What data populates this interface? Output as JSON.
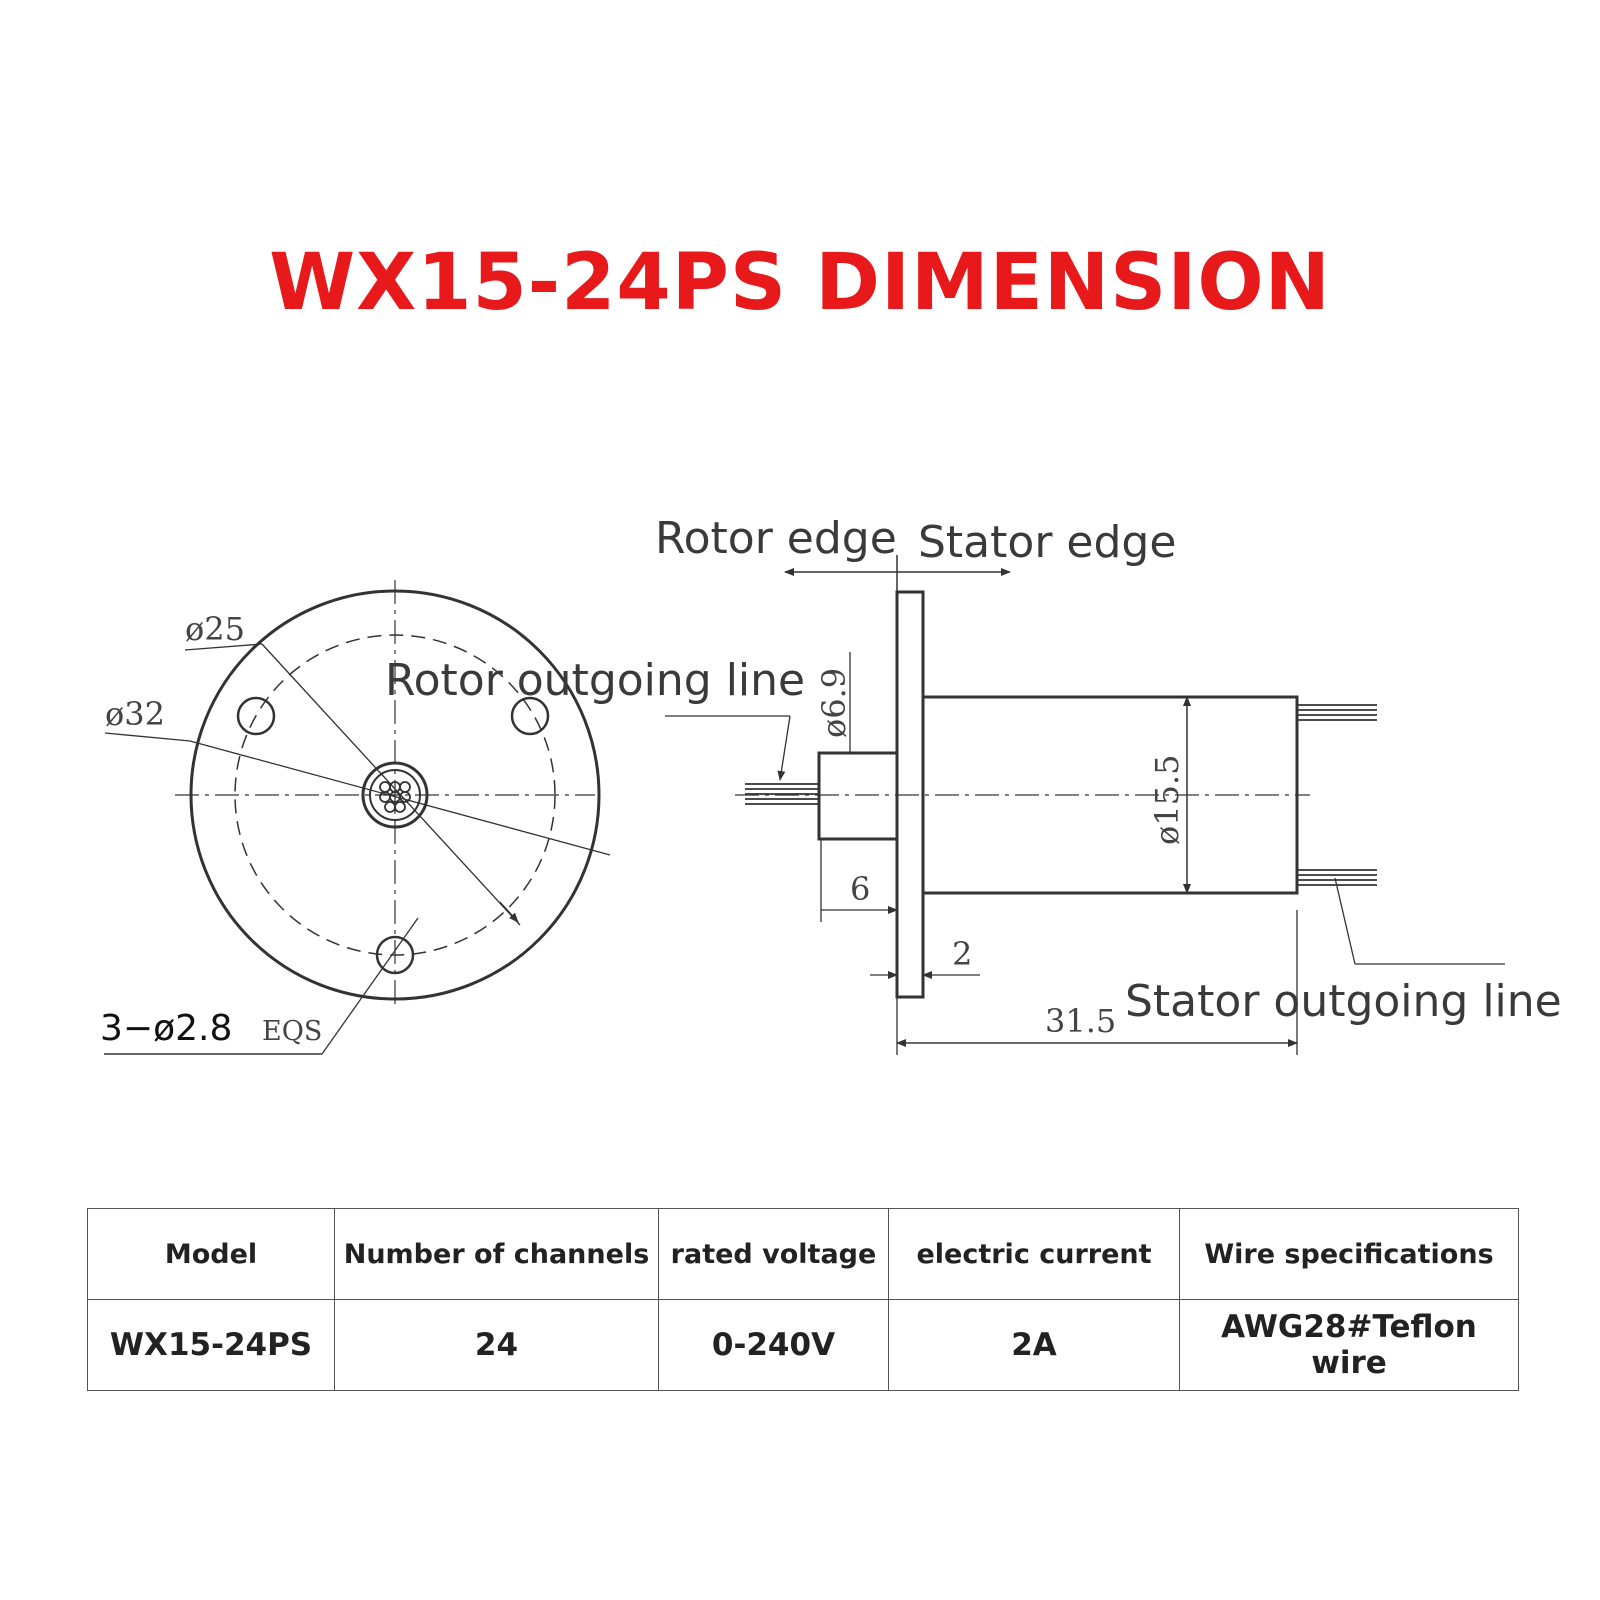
{
  "title": "WX15-24PS DIMENSION",
  "colors": {
    "title": "#e8191b",
    "lines": "#333333"
  },
  "drawing": {
    "labels": {
      "rotor_edge": "Rotor edge",
      "stator_edge": "Stator edge",
      "rotor_outgoing_line": "Rotor outgoing line",
      "stator_outgoing_line": "Stator outgoing line"
    },
    "dimensions": {
      "d25": "ø25",
      "d32": "ø32",
      "holes": "3−ø2.8",
      "holes_suffix": "EQS",
      "d6_9": "ø6.9",
      "d15_5": "ø15.5",
      "len_6": "6",
      "len_2": "2",
      "len_31_5": "31.5"
    }
  },
  "table": {
    "headers": [
      "Model",
      "Number of channels",
      "rated voltage",
      "electric current",
      "Wire specifications"
    ],
    "rows": [
      [
        "WX15-24PS",
        "24",
        "0-240V",
        "2A",
        "AWG28#Teflon wire"
      ]
    ]
  }
}
